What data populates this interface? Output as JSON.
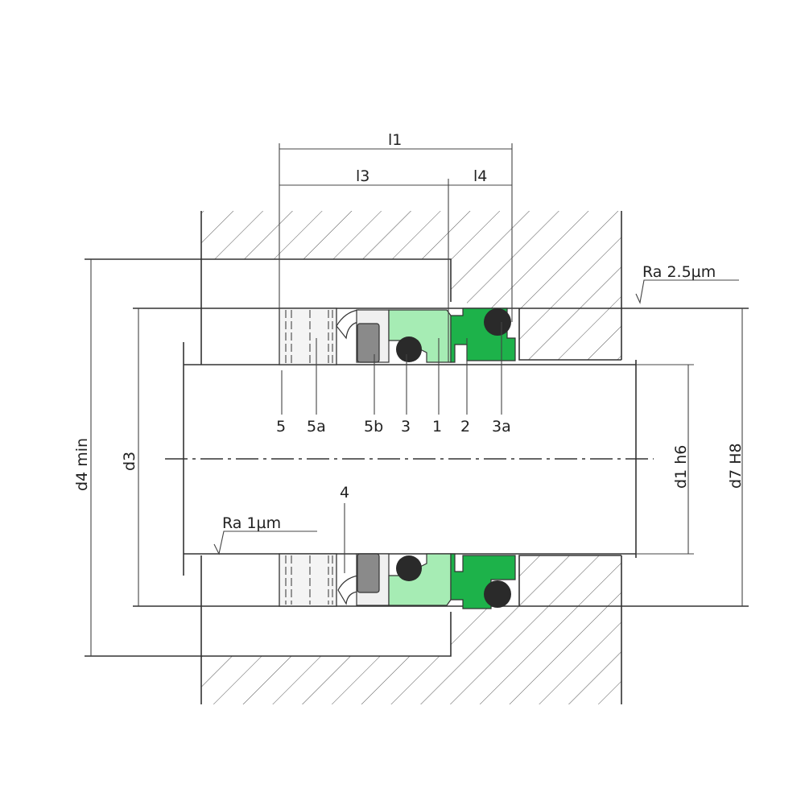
{
  "dimensions": {
    "l1": "l1",
    "l3": "l3",
    "l4": "l4",
    "d4": "d4  min",
    "d3": "d3",
    "d1": "d1  h6",
    "d7": "d7  H8"
  },
  "surface_finish": {
    "housing": "Ra  2.5µm",
    "shaft": "Ra  1µm"
  },
  "part_labels": [
    "5",
    "5a",
    "5b",
    "3",
    "1",
    "2",
    "3a",
    "4"
  ],
  "colors": {
    "rotating_face": "#a6ecb4",
    "stationary_seat": "#1db24a",
    "o_ring": "#2a2a2a",
    "set_screw": "#8a8a8a",
    "collar": "#f2f2f2"
  }
}
